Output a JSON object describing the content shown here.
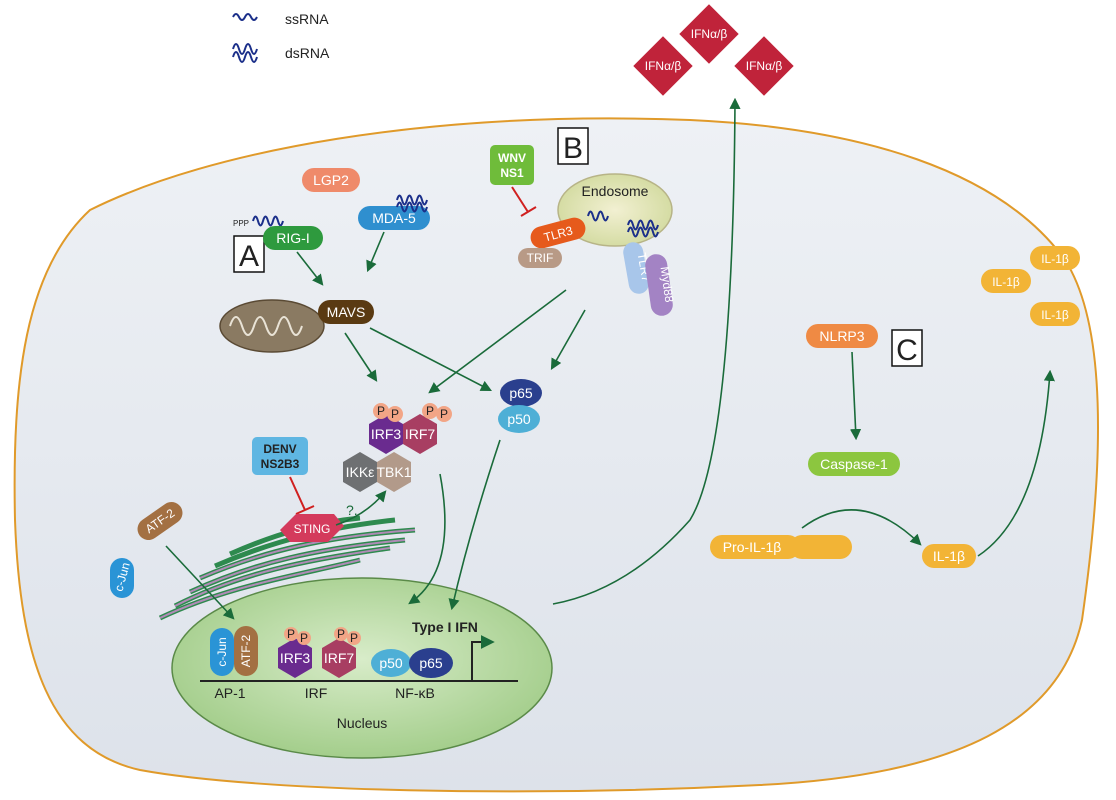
{
  "legend": {
    "ssrna": "ssRNA",
    "dsrna": "dsRNA"
  },
  "panels": {
    "a": "A",
    "b": "B",
    "c": "C"
  },
  "extracellular": {
    "ifn": [
      "IFNα/β",
      "IFNα/β",
      "IFNα/β"
    ],
    "il1b": [
      "IL-1β",
      "IL-1β",
      "IL-1β"
    ]
  },
  "ppp": "PPP",
  "sensors": {
    "lgp2": "LGP2",
    "mda5": "MDA-5",
    "rigi": "RIG-I",
    "mavs": "MAVS"
  },
  "endosome": {
    "label": "Endosome",
    "tlr3": "TLR3",
    "trif": "TRIF",
    "tlr7": "TLR7",
    "myd88": "Myd88"
  },
  "viral": {
    "wnv": "WNV",
    "ns1": "NS1",
    "denv": "DENV",
    "ns2b3": "NS2B3"
  },
  "kinases": {
    "irf3": "IRF3",
    "irf7": "IRF7",
    "ikke": "IKKε",
    "tbk1": "TBK1",
    "p": "P"
  },
  "nfkb": {
    "p65": "p65",
    "p50": "p50"
  },
  "sting": {
    "label": "STING",
    "question": "?."
  },
  "ap1": {
    "atf2": "ATF-2",
    "cjun": "c-Jun"
  },
  "nucleus": {
    "label": "Nucleus",
    "type1ifn": "Type I IFN",
    "ap1": "AP-1",
    "irf": "IRF",
    "nfkb": "NF-κB",
    "cjun": "c-Jun",
    "atf2": "ATF-2",
    "irf3": "IRF3",
    "irf7": "IRF7",
    "p50": "p50",
    "p65": "p65"
  },
  "inflammasome": {
    "nlrp3": "NLRP3",
    "caspase1": "Caspase-1",
    "proil1b": "Pro-IL-1β",
    "il1b": "IL-1β"
  }
}
